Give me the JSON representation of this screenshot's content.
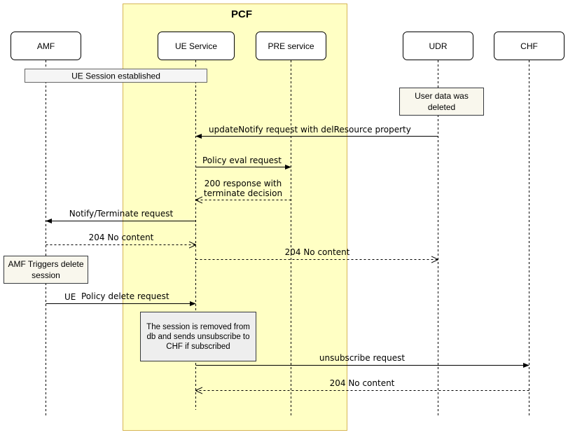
{
  "pcf_group": {
    "title": "PCF",
    "fill": "#ffffc4",
    "stroke": "#d6b656"
  },
  "participants": {
    "amf": "AMF",
    "ue_service": "UE Service",
    "pre_service": "PRE service",
    "udr": "UDR",
    "chf": "CHF"
  },
  "notes": {
    "ue_session": "UE Session established",
    "user_data_line1": "User data was",
    "user_data_line2": "deleted",
    "amf_triggers_line1": "AMF Triggers delete",
    "amf_triggers_line2": "session",
    "session_removed_line1": "The session is removed from",
    "session_removed_line2": "db and sends unsubscribe to",
    "session_removed_line3": "CHF if subscribed"
  },
  "messages": {
    "update_notify": "updateNotify request with delResource property",
    "policy_eval": "Policy eval request",
    "response_200_line1": "200 response with",
    "response_200_line2": "terminate decision",
    "notify_terminate": "Notify/Terminate request",
    "no_content_amf": "204 No content",
    "no_content_udr": "204 No content",
    "policy_delete_prefix": "UE",
    "policy_delete": "Policy delete request",
    "unsubscribe": "unsubscribe request",
    "no_content_chf": "204 No content"
  },
  "colors": {
    "note_fill": "#f9f7ed",
    "note_stroke": "#36393d",
    "session_note_fill": "#f5f5f5",
    "session_note_stroke": "#666666",
    "line": "#000000"
  }
}
